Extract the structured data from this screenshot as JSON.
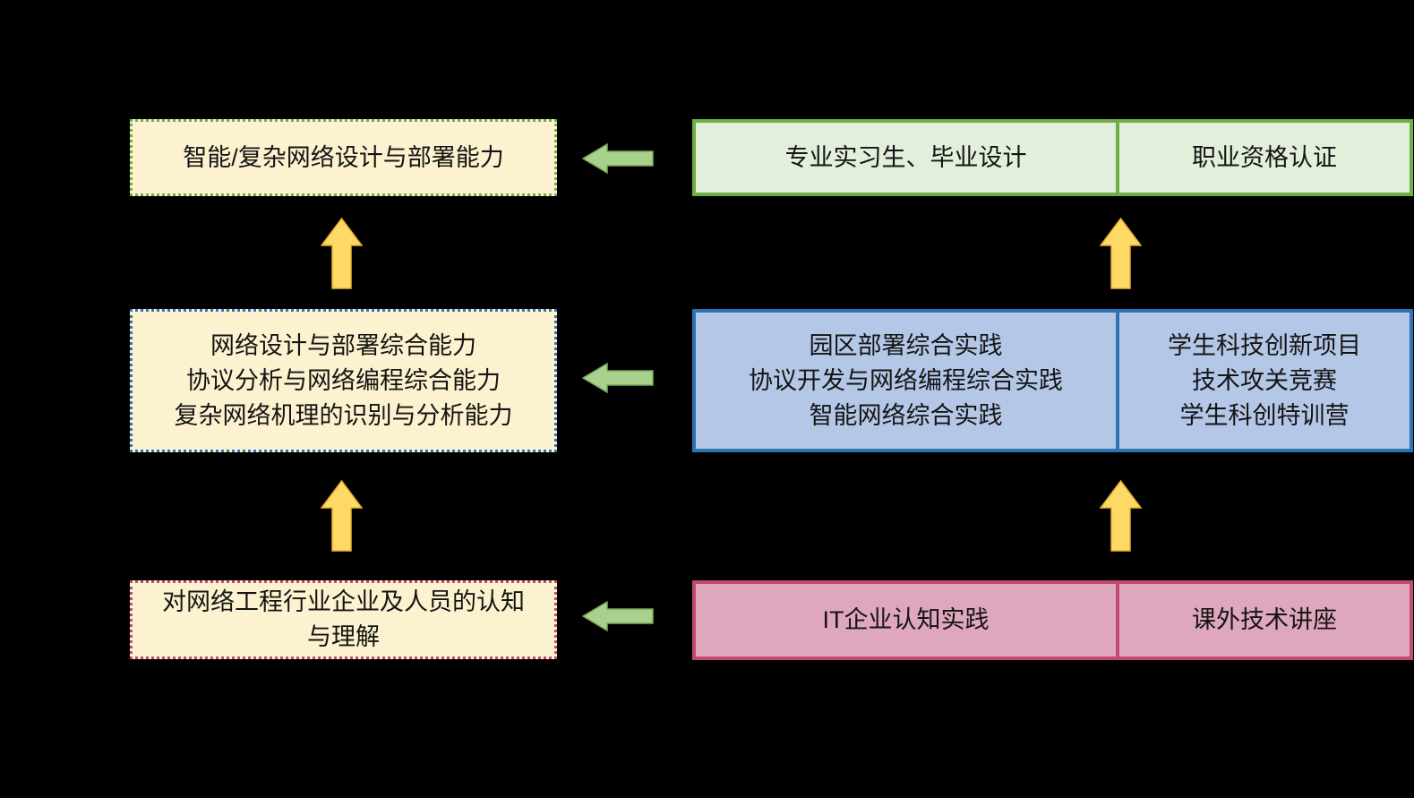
{
  "colors": {
    "background": "#000000",
    "text": "#141414",
    "cream_fill": "#FDF2CF",
    "green_border": "#6FAD47",
    "green_fill": "#E2EFDA",
    "blue_border": "#2E74B5",
    "blue_fill": "#B4C7E7",
    "rose_border": "#C04A72",
    "rose_fill": "#DEA7BD",
    "arrow_green_fill": "#A9D18E",
    "arrow_green_stroke": "#7DA55C",
    "arrow_yellow_fill": "#FFD966",
    "arrow_yellow_stroke": "#E3AF34"
  },
  "diagram": {
    "abilities": [
      {
        "lines": [
          "智能/复杂网络设计与部署能力"
        ]
      },
      {
        "lines": [
          "网络设计与部署综合能力",
          "协议分析与网络编程综合能力",
          "复杂网络机理的识别与分析能力"
        ]
      },
      {
        "lines": [
          "对网络工程行业企业及人员的认知",
          "与理解"
        ]
      }
    ],
    "practices": [
      {
        "cells": [
          {
            "lines": [
              "专业实习生、毕业设计"
            ]
          },
          {
            "lines": [
              "职业资格认证"
            ]
          }
        ]
      },
      {
        "cells": [
          {
            "lines": [
              "园区部署综合实践",
              "协议开发与网络编程综合实践",
              "智能网络综合实践"
            ]
          },
          {
            "lines": [
              "学生科技创新项目",
              "技术攻关竞赛",
              "学生科创特训营"
            ]
          }
        ]
      },
      {
        "cells": [
          {
            "lines": [
              "IT企业认知实践"
            ]
          },
          {
            "lines": [
              "课外技术讲座"
            ]
          }
        ]
      }
    ]
  }
}
